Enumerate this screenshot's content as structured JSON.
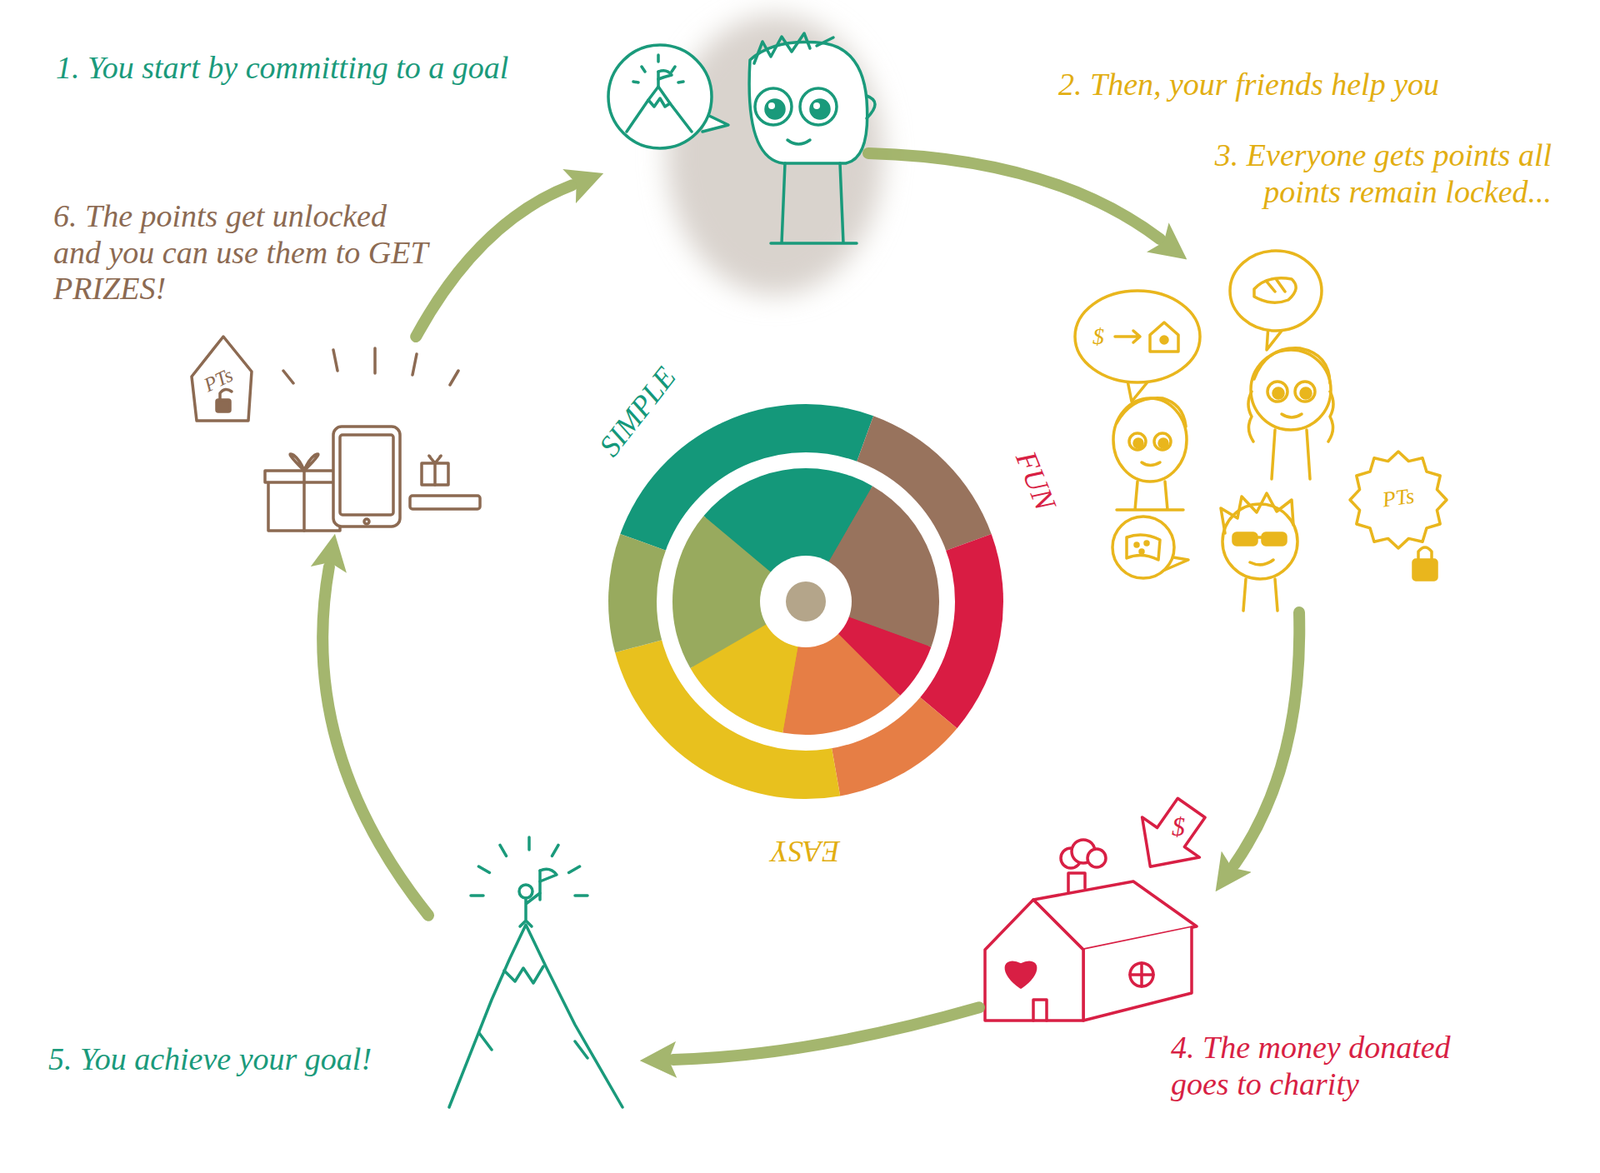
{
  "diagram": {
    "nodes": [
      {
        "text": [
          "1. You start by committing to a goal"
        ]
      },
      {
        "text": [
          "2. Then, your friends help you",
          "3. Everyone gets points all points remain locked..."
        ]
      },
      {
        "text": [
          "4. The money donated goes to charity"
        ]
      },
      {
        "text": [
          "5. You achieve your goal!"
        ]
      },
      {
        "text": [
          "6. The points get unlocked and you can use them to GET PRIZES!"
        ]
      }
    ],
    "edges": [
      {
        "from": 0,
        "to": 1,
        "arrow": "to"
      },
      {
        "from": 1,
        "to": 2,
        "arrow": "to"
      },
      {
        "from": 2,
        "to": 3,
        "arrow": "to"
      },
      {
        "from": 3,
        "to": 4,
        "arrow": "to"
      },
      {
        "from": 4,
        "to": 0,
        "arrow": "to"
      }
    ],
    "labels": [
      "SIMPLE",
      "FUN",
      "EASY",
      "$",
      "PTs",
      "$",
      "PTs"
    ]
  }
}
